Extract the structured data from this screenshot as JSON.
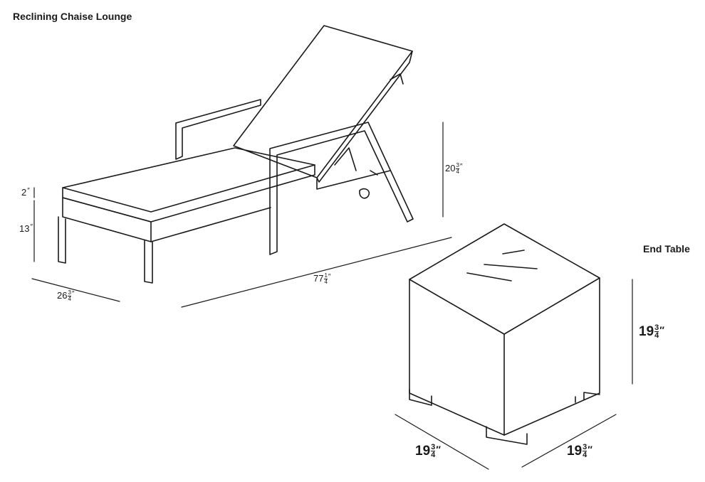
{
  "lounge": {
    "title": "Reclining Chaise Lounge",
    "dims": {
      "cushion": {
        "whole": "2",
        "mark": "″"
      },
      "seat_height": {
        "whole": "13",
        "mark": "″"
      },
      "width": {
        "whole": "26",
        "num": "3",
        "den": "4",
        "mark": "″"
      },
      "length": {
        "whole": "77",
        "num": "1",
        "den": "4",
        "mark": "″"
      },
      "back_height": {
        "whole": "20",
        "num": "3",
        "den": "4",
        "mark": "″"
      }
    }
  },
  "table": {
    "title": "End Table",
    "dims": {
      "height": {
        "whole": "19",
        "num": "3",
        "den": "4",
        "mark": "″"
      },
      "depth": {
        "whole": "19",
        "num": "3",
        "den": "4",
        "mark": "″"
      },
      "width": {
        "whole": "19",
        "num": "3",
        "den": "4",
        "mark": "″"
      }
    }
  },
  "colors": {
    "line": "#1a1a1a",
    "background": "#ffffff"
  }
}
